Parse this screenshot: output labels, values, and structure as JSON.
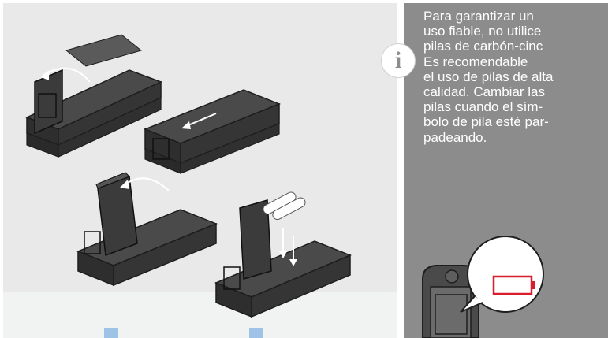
{
  "info_icon_glyph": "i",
  "info_text_lines": [
    "Para garantizar un",
    "uso fiable, no utilice",
    "pilas de carbón-cinc",
    "Es recomendable",
    "el uso de pilas de alta",
    "calidad. Cambiar las",
    "pilas cuando el sím-",
    "bolo de pila esté par-",
    "padeando."
  ],
  "colors": {
    "panel_bg": "#8c8c8c",
    "illustration_bg": "#e9e9e9",
    "device_body": "#3a3a3a",
    "battery_symbol": "#d81e2b"
  },
  "icons": [
    "info-icon",
    "battery-low-icon",
    "arrow-icon",
    "batteries-icon"
  ]
}
